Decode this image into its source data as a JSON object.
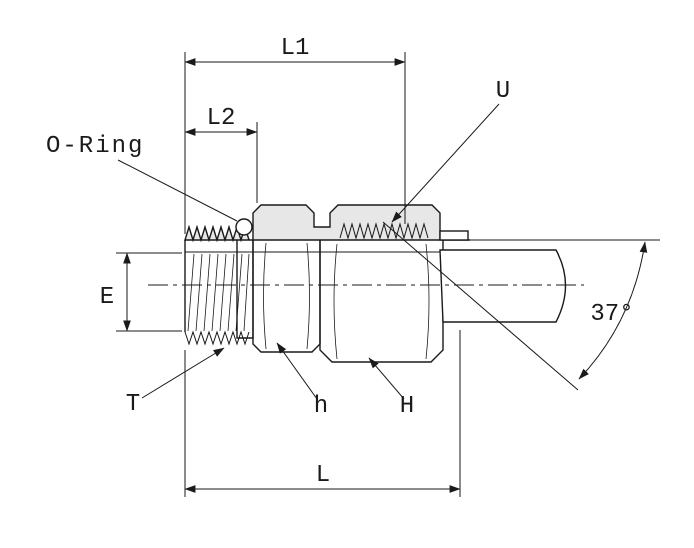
{
  "figure": {
    "type": "technical-drawing",
    "colors": {
      "line": "#1a1a1a",
      "section_fill": "#e7e7e7",
      "background": "#ffffff"
    },
    "labels": {
      "dim_l1": "L1",
      "dim_l2": "L2",
      "o_ring": "O-Ring",
      "u": "U",
      "dim_e": "E",
      "angle": "37°",
      "thread": "T",
      "hex_small": "h",
      "hex_large": "H",
      "dim_l": "L"
    }
  }
}
